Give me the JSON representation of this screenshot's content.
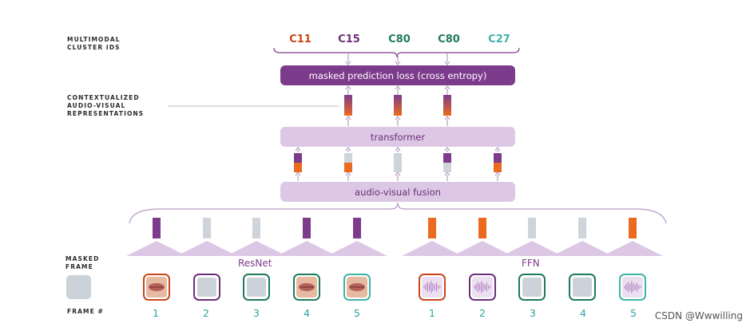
{
  "labels": {
    "cluster_ids": "MULTIMODAL\nCLUSTER IDS",
    "contextualized": "CONTEXTUALIZED\nAUDIO-VISUAL\nREPRESENTATIONS",
    "masked_frame": "MASKED\nFRAME",
    "frame_num": "FRAME #"
  },
  "cluster_ids": [
    {
      "text": "C11",
      "color": "#c9451a"
    },
    {
      "text": "C15",
      "color": "#6b2f78"
    },
    {
      "text": "C80",
      "color": "#1f7a5c"
    },
    {
      "text": "C80",
      "color": "#1f7a5c"
    },
    {
      "text": "C27",
      "color": "#3db3a8"
    }
  ],
  "boxes": {
    "loss": "masked prediction loss (cross entropy)",
    "transformer": "transformer",
    "fusion": "audio-visual fusion"
  },
  "encoders": {
    "visual": "ResNet",
    "audio": "FFN"
  },
  "visual_frames": [
    {
      "num": "1",
      "border": "#c9451a",
      "content": "lips"
    },
    {
      "num": "2",
      "border": "#6b2f78",
      "content": "masked"
    },
    {
      "num": "3",
      "border": "#1f7a5c",
      "content": "masked"
    },
    {
      "num": "4",
      "border": "#1f7a5c",
      "content": "lips"
    },
    {
      "num": "5",
      "border": "#3db3a8",
      "content": "lips"
    }
  ],
  "audio_frames": [
    {
      "num": "1",
      "border": "#c9451a",
      "content": "waveform"
    },
    {
      "num": "2",
      "border": "#6b2f78",
      "content": "waveform"
    },
    {
      "num": "3",
      "border": "#1f7a5c",
      "content": "masked"
    },
    {
      "num": "4",
      "border": "#1f7a5c",
      "content": "masked"
    },
    {
      "num": "5",
      "border": "#3db3a8",
      "content": "waveform"
    }
  ],
  "colors": {
    "purple": "#7d3b8c",
    "orange": "#ec6a1e",
    "gray": "#cfd4da",
    "light_purple": "#dcc8e4"
  },
  "watermark": "CSDN @Wwwilling"
}
